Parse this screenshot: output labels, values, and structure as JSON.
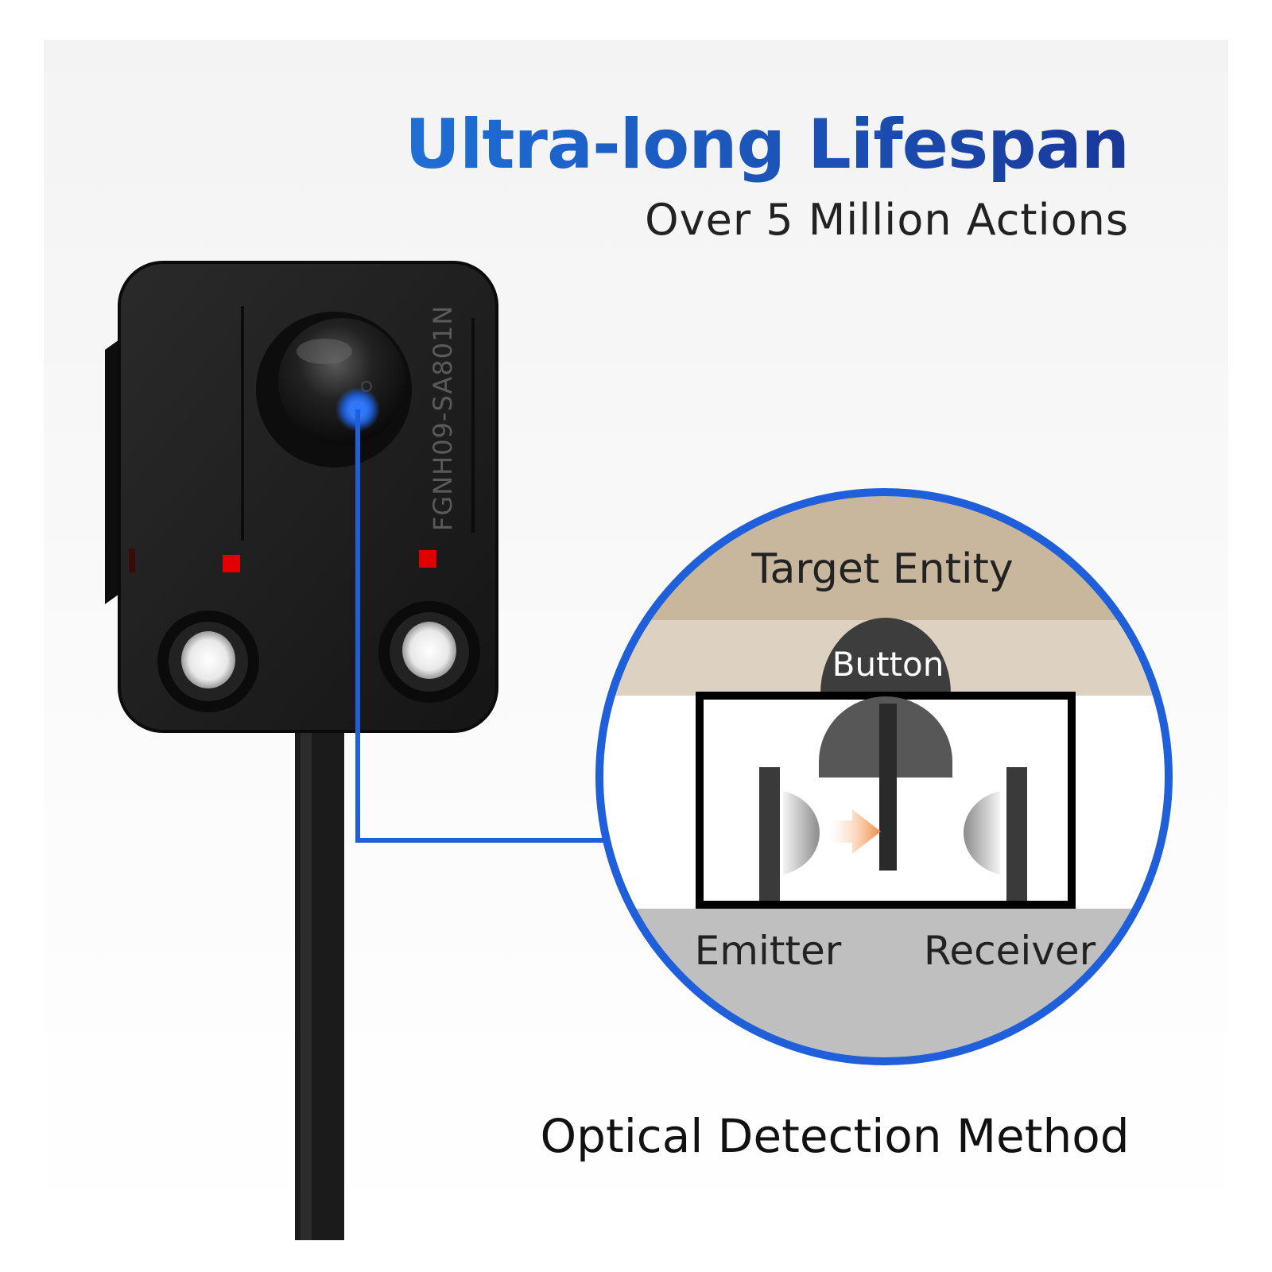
{
  "title": "Ultra-long Lifespan",
  "subtitle": "Over 5 Million Actions",
  "caption": "Optical Detection Method",
  "sensor": {
    "model": "FGNH09-SA801N"
  },
  "diagram": {
    "target_label": "Target Entity",
    "button_label": "Button",
    "emitter_label": "Emitter",
    "receiver_label": "Receiver"
  },
  "colors": {
    "accent_blue": "#1f5fd9",
    "indicator_red": "#e00000",
    "beam_orange": "#f08a3c",
    "target_band": "#c8b69d",
    "button_band": "#ddd2c1",
    "base_band": "#bfbfbf"
  },
  "icons": [
    "arrow-right-icon"
  ]
}
